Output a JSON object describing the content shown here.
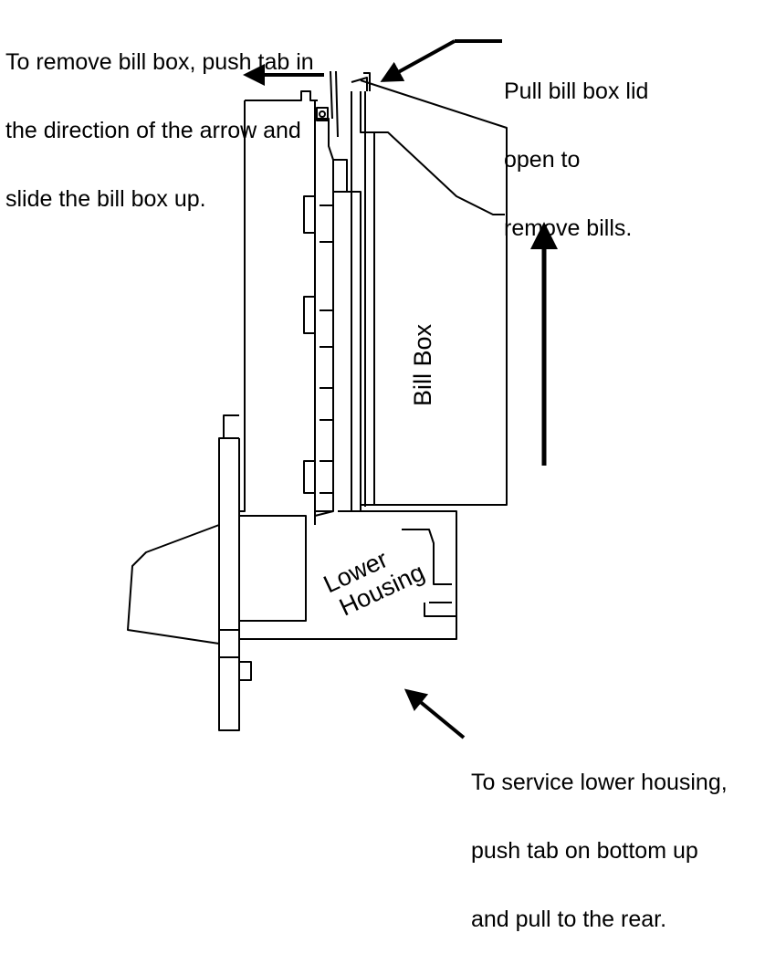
{
  "notes": {
    "remove_bill_box": [
      "To remove bill box, push tab in",
      "the direction of the arrow and",
      "slide the bill box up."
    ],
    "open_lid": [
      "Pull bill box lid",
      "open to",
      "remove bills."
    ],
    "service_lower_housing": [
      "To service lower housing,",
      "push tab on bottom up",
      "and pull to the rear."
    ]
  },
  "labels": {
    "bill_box": "Bill Box",
    "lower_housing_line1": "Lower",
    "lower_housing_line2": "Housing"
  },
  "colors": {
    "line": "#000000",
    "background": "#ffffff"
  }
}
